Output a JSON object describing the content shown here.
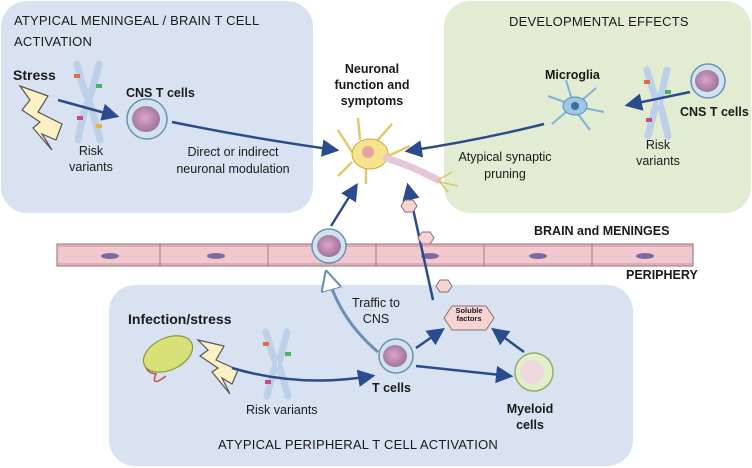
{
  "colors": {
    "blue_box": "#d9e2f1",
    "green_box": "#e1ecd2",
    "arrow": "#2b4c8c",
    "membrane": "#f2c8cf",
    "factor_hex": "#f7d3d3"
  },
  "top_left_box": {
    "title_line1": "ATYPICAL MENINGEAL / BRAIN T CELL",
    "title_line2": "ACTIVATION",
    "stress": "Stress",
    "cns_t_cells": "CNS T cells",
    "risk_line1": "Risk",
    "risk_line2": "variants",
    "modulation_line1": "Direct or indirect",
    "modulation_line2": "neuronal modulation"
  },
  "center": {
    "neuronal_line1": "Neuronal",
    "neuronal_line2": "function and",
    "neuronal_line3": "symptoms"
  },
  "top_right_box": {
    "title": "DEVELOPMENTAL EFFECTS",
    "microglia": "Microglia",
    "cns_t_cells": "CNS T cells",
    "risk_line1": "Risk",
    "risk_line2": "variants",
    "pruning_line1": "Atypical synaptic",
    "pruning_line2": "pruning"
  },
  "barrier": {
    "brain_label": "BRAIN and MENINGES",
    "periphery_label": "PERIPHERY"
  },
  "bottom_box": {
    "title": "ATYPICAL PERIPHERAL T CELL ACTIVATION",
    "infection": "Infection/stress",
    "risk_variants": "Risk variants",
    "traffic_line1": "Traffic to",
    "traffic_line2": "CNS",
    "soluble_line1": "Soluble",
    "soluble_line2": "factors",
    "t_cells": "T cells",
    "myeloid_line1": "Myeloid",
    "myeloid_line2": "cells"
  }
}
